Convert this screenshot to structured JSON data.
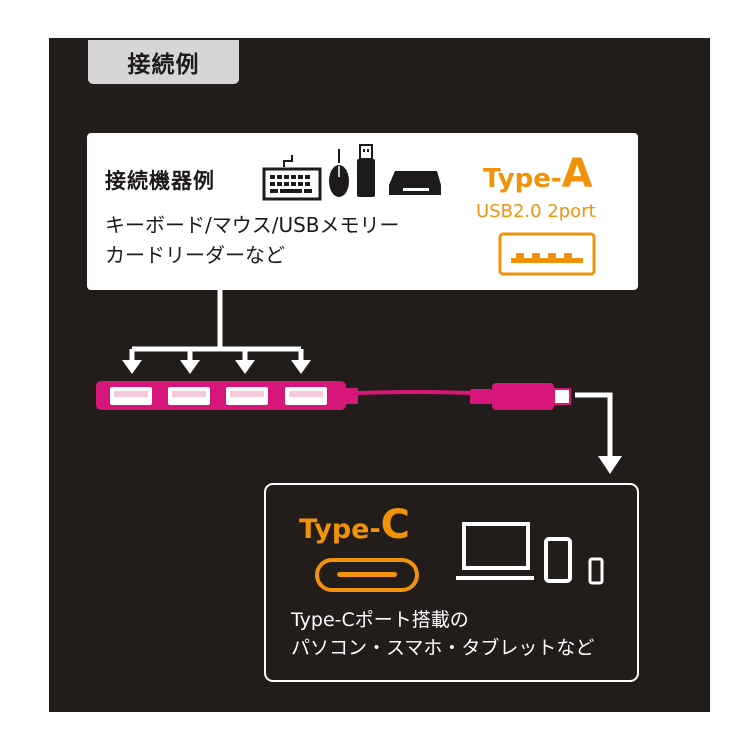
{
  "tag": {
    "label": "接続例"
  },
  "devices": {
    "title": "接続機器例",
    "line1": "キーボード/マウス/USBメモリー",
    "line2": "カードリーダーなど",
    "icons": [
      "keyboard-icon",
      "mouse-icon",
      "usb-memory-icon",
      "card-reader-icon"
    ]
  },
  "type_a": {
    "prefix": "Type-",
    "letter": "A",
    "spec": "USB2.0 2port",
    "icon": "usb-type-a-port-icon"
  },
  "type_c": {
    "prefix": "Type-",
    "letter": "C",
    "icon": "usb-type-c-port-icon",
    "device_icons": [
      "laptop-icon",
      "tablet-icon",
      "smartphone-icon"
    ],
    "line1": "Type-Cポート搭載の",
    "line2": "パソコン・スマホ・タブレットなど"
  },
  "colors": {
    "background": "#221c1a",
    "accent_orange": "#f0920a",
    "hub_magenta": "#d6167a",
    "port_pink": "#f5c8dc"
  }
}
